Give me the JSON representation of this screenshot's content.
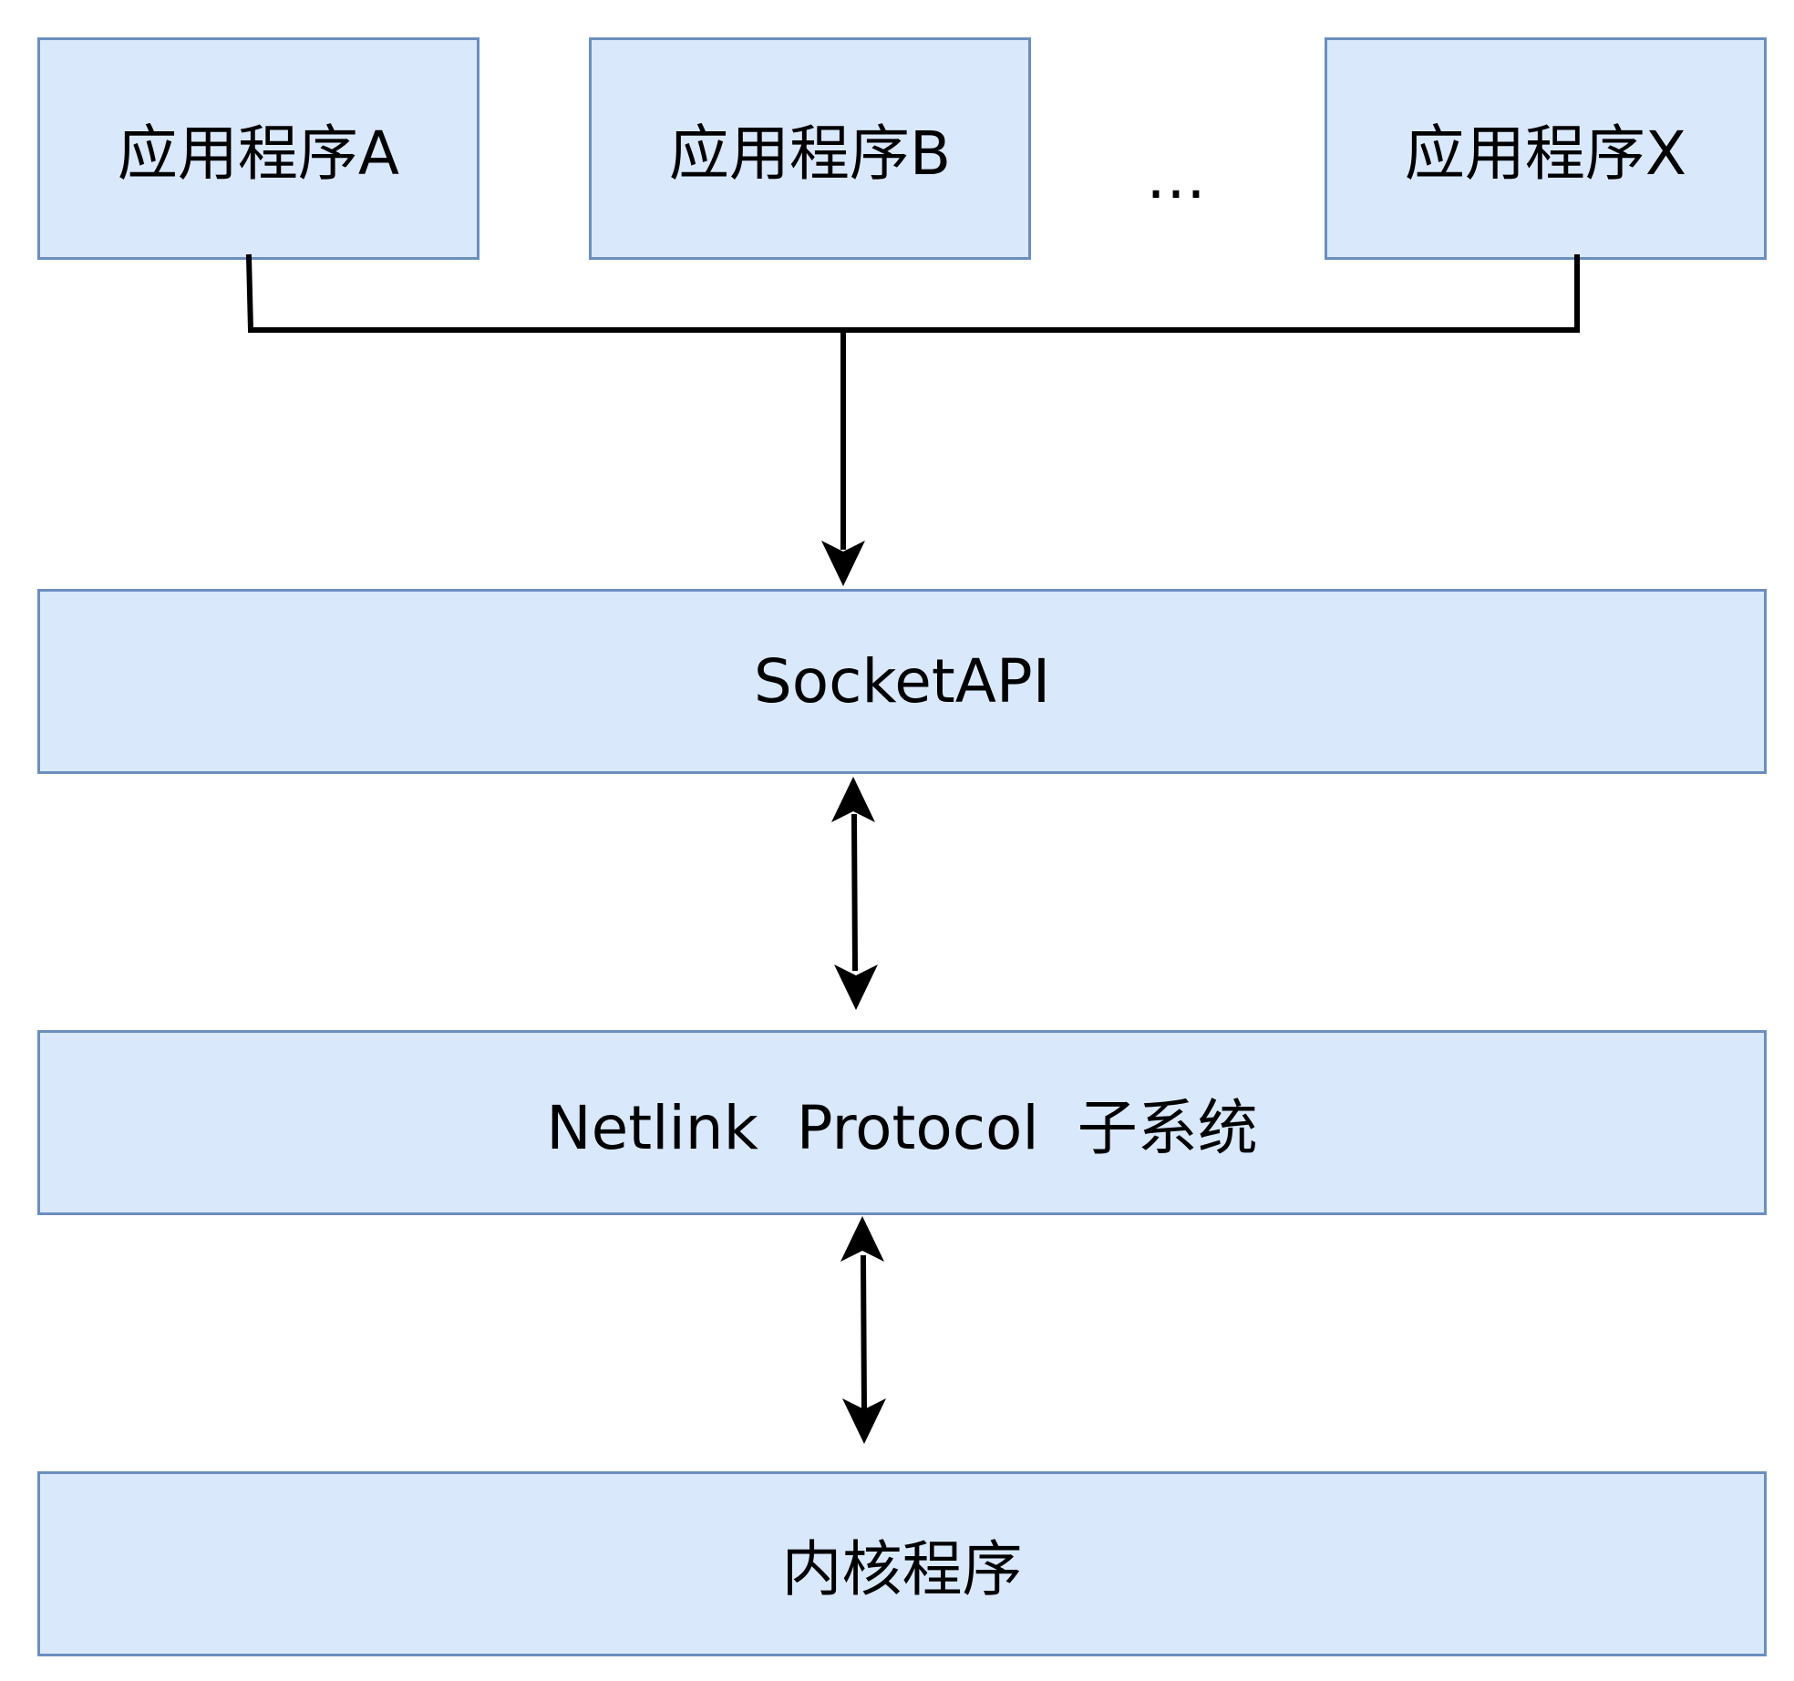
{
  "diagram": {
    "applications": [
      {
        "label": "应用程序A"
      },
      {
        "label": "应用程序B"
      },
      {
        "label": "应用程序X"
      }
    ],
    "ellipsis": "…",
    "layers": {
      "socket": "SocketAPI",
      "netlink": "Netlink  Protocol  子系统",
      "kernel": "内核程序"
    },
    "colors": {
      "box_fill": "#dae8fc",
      "box_border": "#6c8ebf",
      "connector": "#000000"
    }
  }
}
